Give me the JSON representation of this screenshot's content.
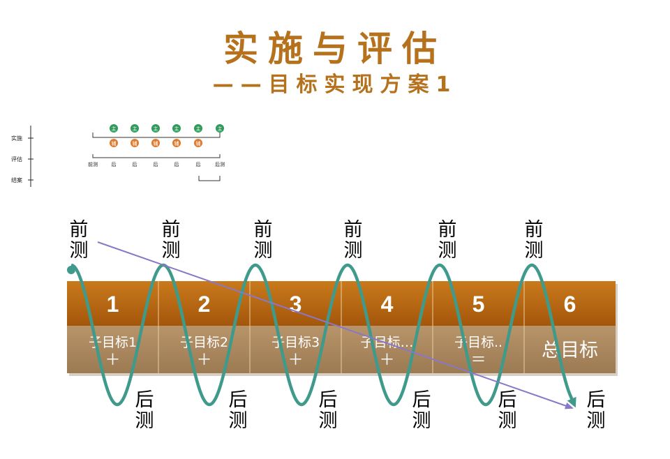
{
  "title": "实施与评估",
  "subtitle": "——目标实现方案1",
  "mini_diagram": {
    "row_labels": [
      "实施",
      "评估",
      "结案"
    ],
    "top_marker": "主",
    "mid_marker": "辅",
    "tick_labels": [
      "前测",
      "后",
      "后",
      "后",
      "后",
      "后",
      "后测"
    ]
  },
  "stages": [
    {
      "number": "1",
      "label": "子目标1",
      "sign": "＋"
    },
    {
      "number": "2",
      "label": "子目标2",
      "sign": "＋"
    },
    {
      "number": "3",
      "label": "子目标3",
      "sign": "＋"
    },
    {
      "number": "4",
      "label": "子目标…",
      "sign": "＋"
    },
    {
      "number": "5",
      "label": "子目标..",
      "sign": "＝"
    },
    {
      "number": "6",
      "label": "总目标",
      "sign": ""
    }
  ],
  "pre_test": [
    "前",
    "测"
  ],
  "post_test": [
    "后",
    "测"
  ],
  "colors": {
    "title": "#b5711c",
    "band_top": "#b4640e",
    "band_bottom": "#a8855c",
    "wave": "#3f9a8c",
    "arrow": "#8878c8",
    "mini_green": "#2e9b5a",
    "mini_orange": "#e07a2c"
  }
}
